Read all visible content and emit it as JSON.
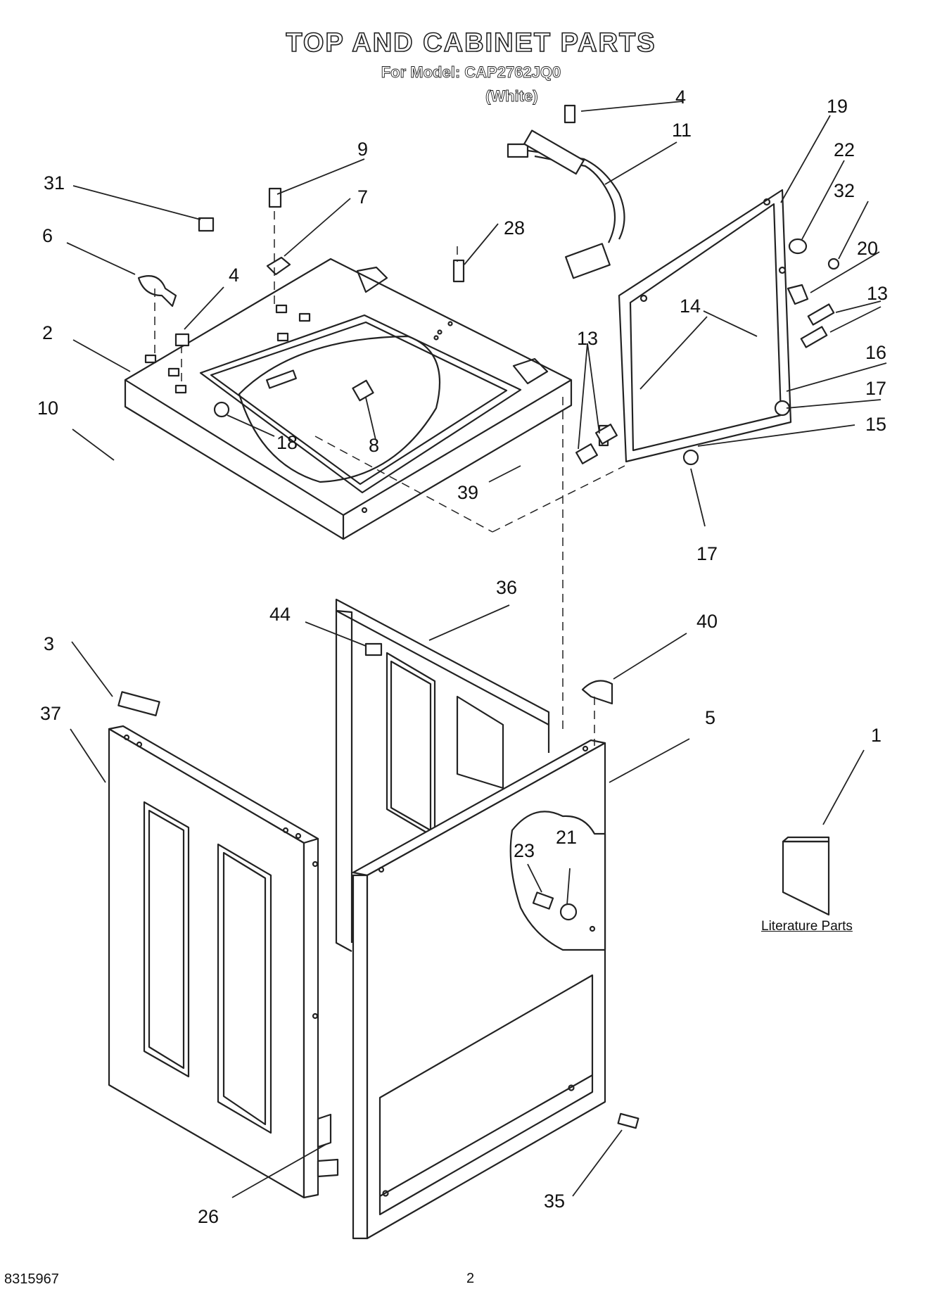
{
  "title": "TOP AND CABINET PARTS",
  "model_line": "For Model: CAP2762JQ0",
  "color_line": "(White)",
  "literature_label": "Literature Parts",
  "footer": {
    "doc_number": "8315967",
    "page_number": "2"
  },
  "callouts": [
    "4",
    "11",
    "19",
    "22",
    "32",
    "20",
    "13",
    "9",
    "7",
    "31",
    "6",
    "28",
    "4",
    "2",
    "14",
    "13",
    "16",
    "17",
    "15",
    "10",
    "18",
    "8",
    "39",
    "17",
    "36",
    "44",
    "40",
    "3",
    "37",
    "5",
    "1",
    "23",
    "21",
    "26",
    "35"
  ]
}
